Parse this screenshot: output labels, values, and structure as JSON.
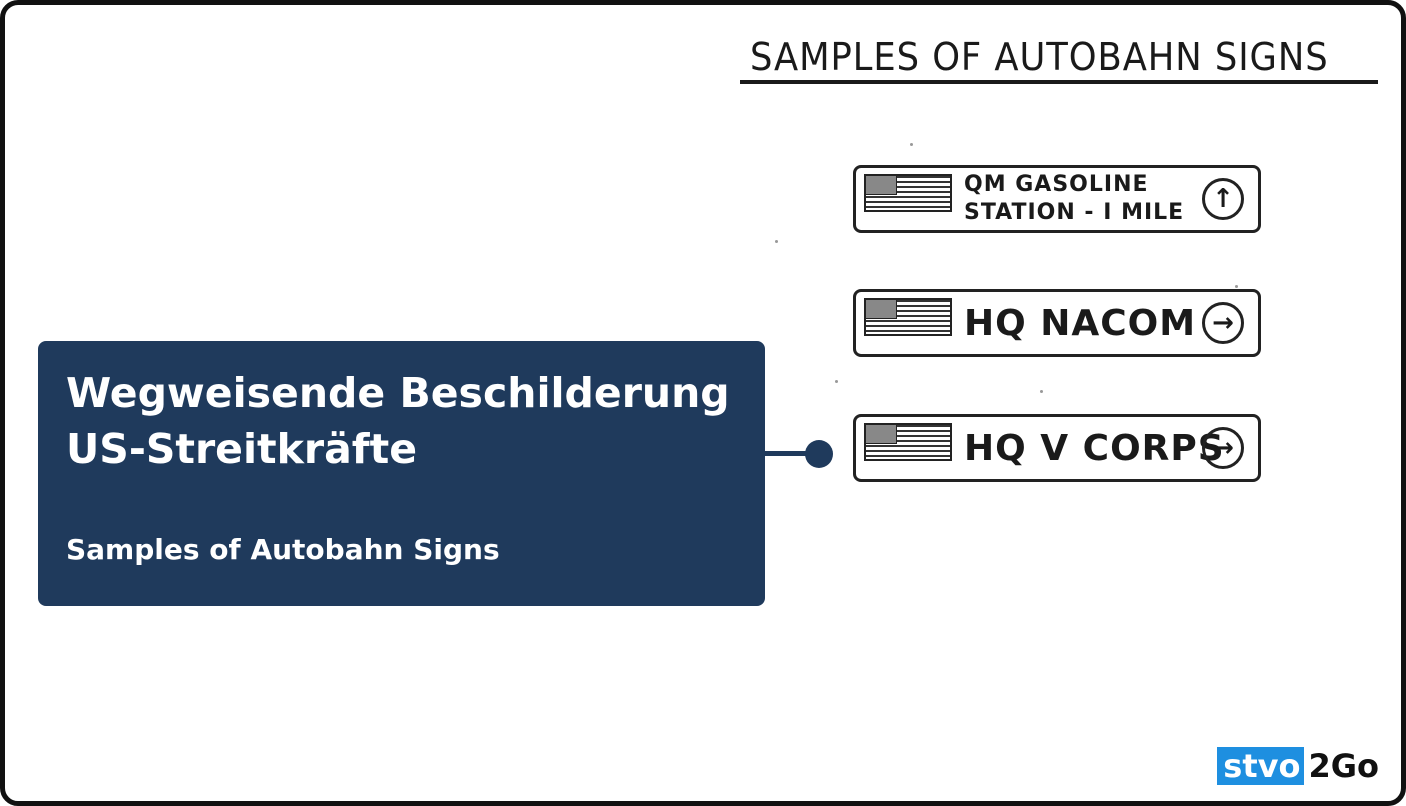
{
  "scan": {
    "title": "SAMPLES OF AUTOBAHN SIGNS",
    "signs": [
      {
        "lines": [
          "QM  GASOLINE",
          "STATION - I MILE"
        ],
        "arrow": "↑"
      },
      {
        "lines": [
          "HQ  NACOM"
        ],
        "arrow": "→"
      },
      {
        "lines": [
          "HQ  V  CORPS"
        ],
        "arrow": "→"
      }
    ]
  },
  "callout": {
    "title_line1": "Wegweisende Beschilderung",
    "title_line2": "US-Streitkräfte",
    "subtitle": "Samples of Autobahn Signs"
  },
  "logo": {
    "part1": "stvo",
    "part2": "2Go"
  },
  "colors": {
    "callout_bg": "#1f3a5c",
    "logo_blue": "#1e8fe0"
  }
}
